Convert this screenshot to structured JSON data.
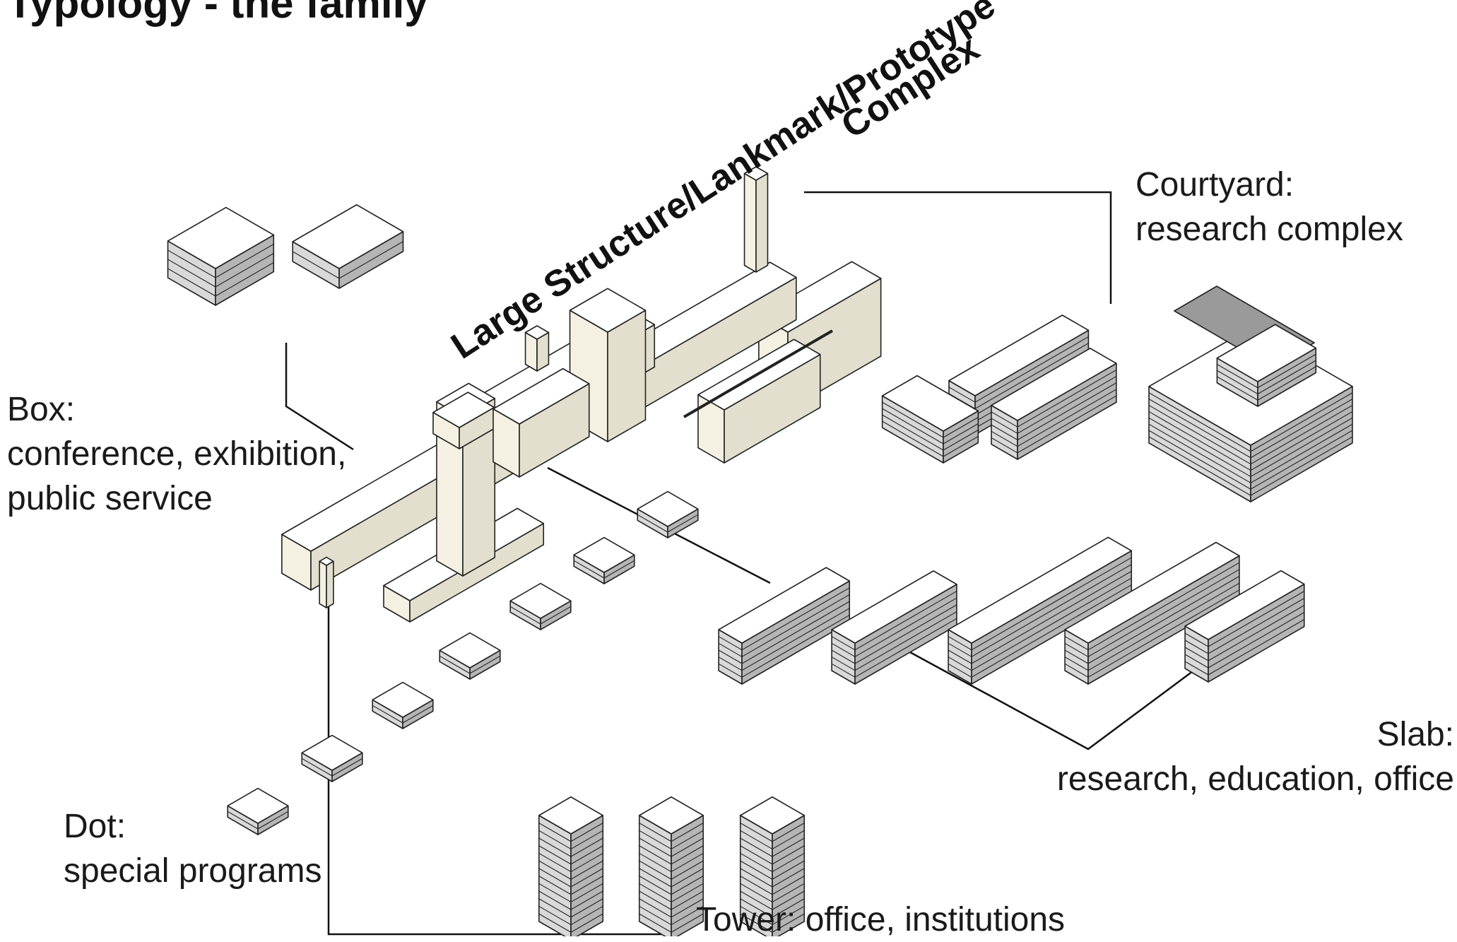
{
  "title": "Typology - the family",
  "large_structure": {
    "line1": "Large Structure/Lankmark/Prototype",
    "line2": "Complex"
  },
  "courtyard": {
    "line1": "Courtyard:",
    "line2": "research complex"
  },
  "box": {
    "line1": "Box:",
    "line2": "conference, exhibition,",
    "line3": "public service"
  },
  "slab": {
    "line1": "Slab:",
    "line2": "research, education, office"
  },
  "dot": {
    "line1": "Dot:",
    "line2": "special programs"
  },
  "tower": {
    "line1": "Tower: office, institutions"
  },
  "colors": {
    "top": "#ffffff",
    "left": "#d9d9d9",
    "right": "#b5b5b5",
    "cream": "#f4f1e2",
    "stroke": "#222222"
  }
}
